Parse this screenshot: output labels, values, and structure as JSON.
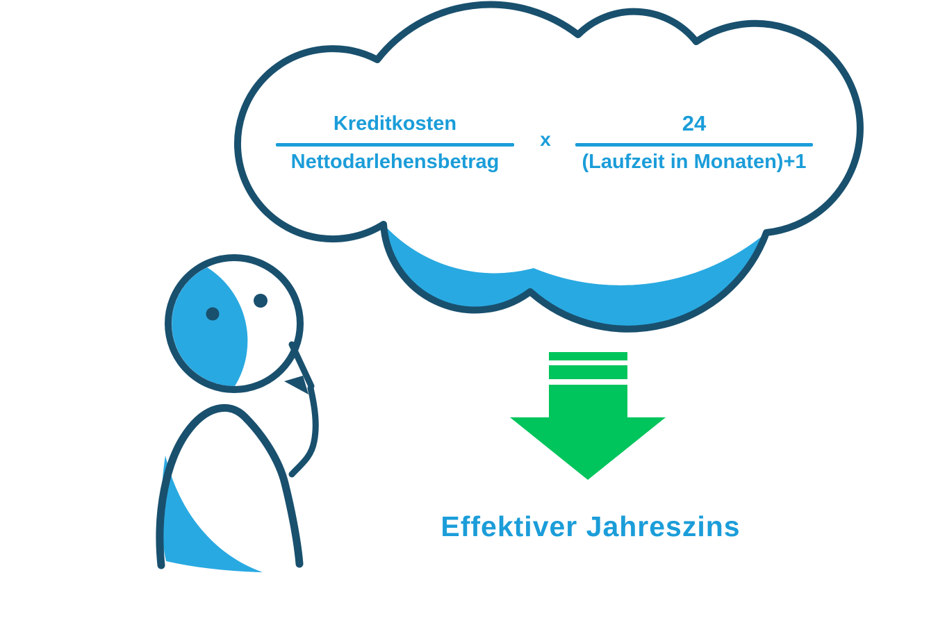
{
  "thought_bubble": {
    "left_fraction": {
      "numerator": "Kreditkosten",
      "denominator": "Nettodarlehensbetrag"
    },
    "operator": "x",
    "right_fraction": {
      "numerator": "24",
      "denominator": "(Laufzeit in Monaten)+1"
    }
  },
  "result": {
    "label": "Effektiver Jahreszins"
  },
  "icons": {
    "down_arrow": "down-arrow-icon",
    "thought_cloud": "thought-cloud-icon",
    "thinking_person": "thinking-person-icon"
  },
  "colors": {
    "navy": "#19506E",
    "shape_blue": "#29A9E1",
    "text_blue": "#1B9DD9",
    "green": "#00C45C",
    "background": "#FFFFFF",
    "white": "#FFFFFF"
  }
}
